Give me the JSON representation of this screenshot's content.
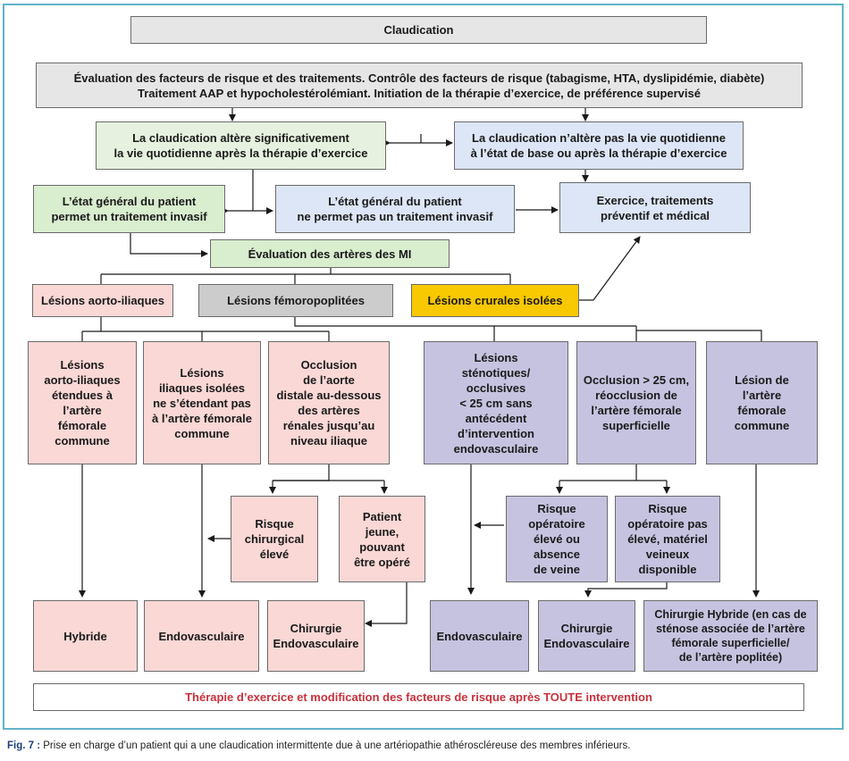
{
  "nodes": {
    "claudication": "Claudication",
    "evaluation": [
      "Évaluation des facteurs de risque et des traitements. Contrôle des facteurs de risque (tabagisme, HTA, dyslipidémie, diabète)",
      "Traitement AAP et hypocholestérolémiant. Initiation de la thérapie d’exercice, de préférence supervisé"
    ],
    "alters": [
      "La claudication altère significativement",
      "la vie quotidienne après la thérapie d’exercice"
    ],
    "not_alters": [
      "La claudication n’altère pas la vie quotidienne",
      "à l’état de base ou après la thérapie d’exercice"
    ],
    "invasive_ok": [
      "L’état général du patient",
      "permet un traitement invasif"
    ],
    "invasive_no": [
      "L’état général du patient",
      "ne permet pas un traitement invasif"
    ],
    "exercise": [
      "Exercice, traitements",
      "préventif et médical"
    ],
    "eval_arteries": "Évaluation des artères des MI",
    "aorto": "Lésions aorto-iliaques",
    "femoro": "Lésions fémoropoplitées",
    "crural": "Lésions crurales isolées",
    "aorto_ext": [
      "Lésions",
      "aorto-iliaques",
      "étendues à",
      "l’artère",
      "fémorale",
      "commune"
    ],
    "iliac_iso": [
      "Lésions",
      "iliaques isolées",
      "ne s’étendant pas",
      "à l’artère fémorale",
      "commune"
    ],
    "occlusion_aorta": [
      "Occlusion",
      "de l’aorte",
      "distale au-dessous",
      "des artères",
      "rénales jusqu’au",
      "niveau iliaque"
    ],
    "risk_high": [
      "Risque",
      "chirurgical",
      "élevé"
    ],
    "patient_young": [
      "Patient",
      "jeune,",
      "pouvant",
      "être opéré"
    ],
    "stenotic": [
      "Lésions",
      "sténotiques/",
      "occlusives",
      "< 25 cm sans",
      "antécédent",
      "d’intervention",
      "endovasculaire"
    ],
    "occl25": [
      "Occlusion > 25 cm,",
      "réocclusion de",
      "l’artère fémorale",
      "superficielle"
    ],
    "common_fem": [
      "Lésion de",
      "l’artère",
      "fémorale",
      "commune"
    ],
    "op_risk_high": [
      "Risque",
      "opératoire",
      "élevé ou",
      "absence",
      "de veine"
    ],
    "op_risk_low": [
      "Risque",
      "opératoire pas",
      "élevé, matériel",
      "veineux",
      "disponible"
    ],
    "hybrid": "Hybride",
    "endo1": "Endovasculaire",
    "chir_endo1": [
      "Chirurgie",
      "Endovasculaire"
    ],
    "endo2": "Endovasculaire",
    "chir_endo2": [
      "Chirurgie",
      "Endovasculaire"
    ],
    "chir_hybrid": [
      "Chirurgie  Hybride (en cas de",
      "sténose associée de l’artère",
      "fémorale superficielle/",
      "de l’artère poplitée)"
    ],
    "final": "Thérapie d’exercice et modification des facteurs de risque après TOUTE intervention"
  },
  "caption": {
    "label": "Fig. 7 :",
    "text": " Prise en charge d’un patient qui a une claudication intermittente due à une artériopathie athéroscléreuse des membres inférieurs."
  }
}
